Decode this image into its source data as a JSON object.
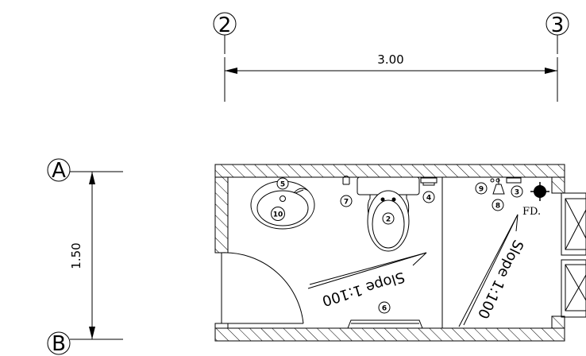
{
  "grid": {
    "col_2": "2",
    "col_3": "3",
    "row_a": "A",
    "row_b": "B"
  },
  "dimensions": {
    "horizontal": "3.00",
    "vertical": "1.50"
  },
  "tags": {
    "t2": "2",
    "t3": "3",
    "t4": "4",
    "t5": "5",
    "t6": "6",
    "t7": "7",
    "t8": "8",
    "t9": "9",
    "t10": "10"
  },
  "floor_drain": "FD.",
  "slopes": {
    "left": "Slope 1:100",
    "right": "Slope 1:100"
  }
}
